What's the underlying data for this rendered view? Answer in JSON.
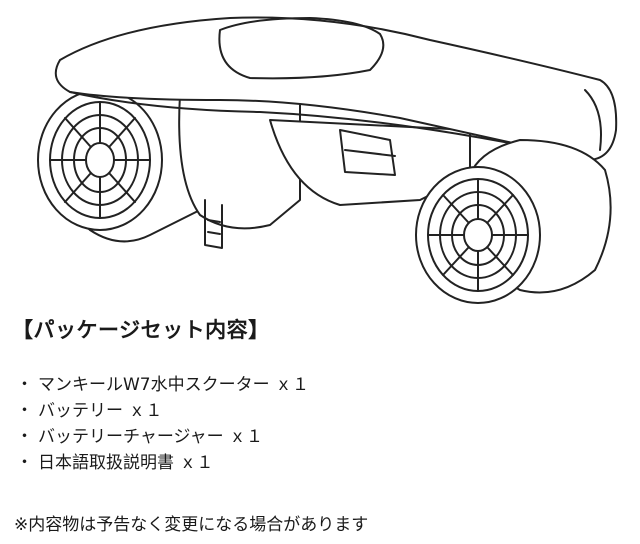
{
  "product_image": {
    "subject": "underwater scooter line drawing"
  },
  "package": {
    "heading": "【パッケージセット内容】",
    "bullet": "・",
    "items": [
      "マンキールW7水中スクーター ｘ１",
      "バッテリー ｘ１",
      "バッテリーチャージャー ｘ１",
      "日本語取扱説明書 ｘ１"
    ]
  },
  "notice": "※内容物は予告なく変更になる場合があります"
}
